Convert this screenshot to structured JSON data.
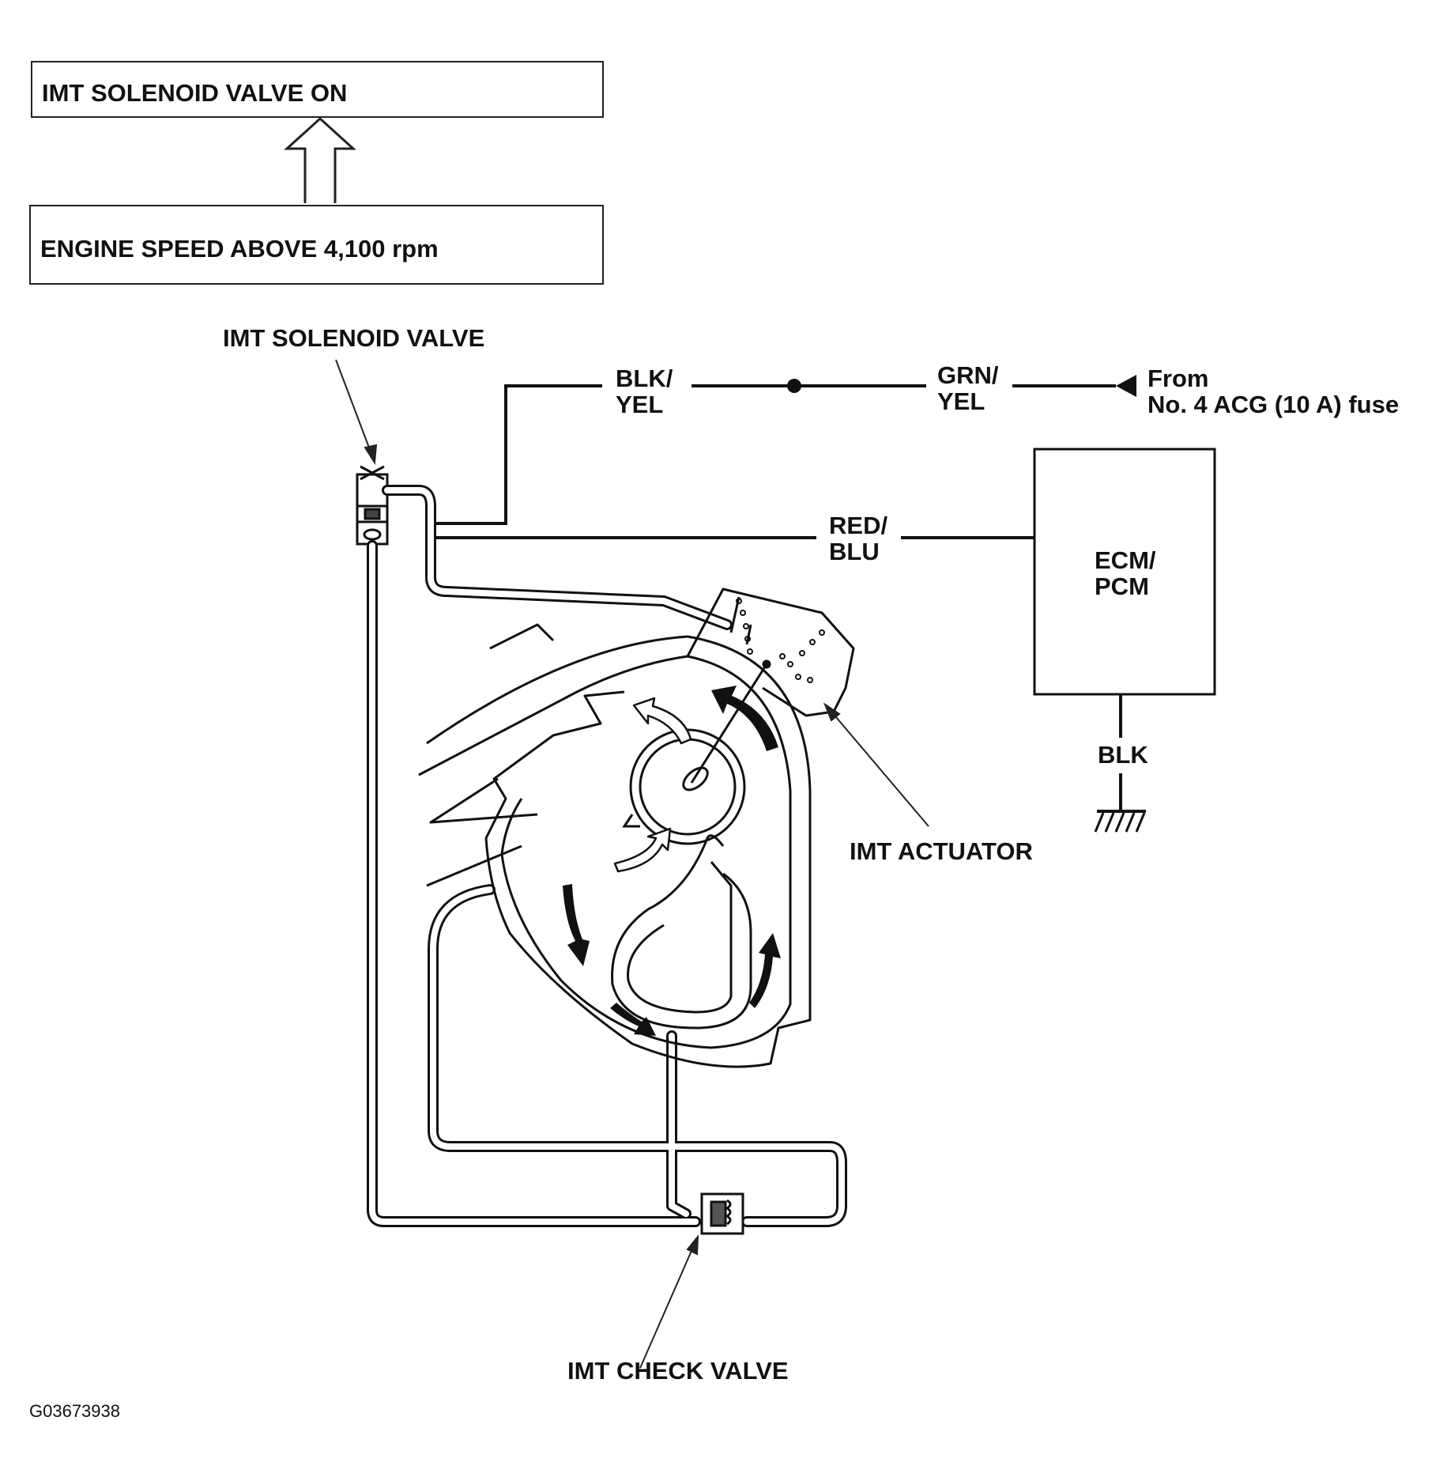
{
  "flow": {
    "top_box": "IMT SOLENOID VALVE ON",
    "bottom_box": "ENGINE SPEED ABOVE 4,100 rpm"
  },
  "labels": {
    "solenoid_valve": "IMT SOLENOID VALVE",
    "wire_blk_yel_1": "BLK/",
    "wire_blk_yel_2": "YEL",
    "wire_grn_yel_1": "GRN/",
    "wire_grn_yel_2": "YEL",
    "from_1": "From",
    "from_2": "No. 4 ACG (10 A) fuse",
    "wire_red_blu_1": "RED/",
    "wire_red_blu_2": "BLU",
    "ecm_1": "ECM/",
    "ecm_2": "PCM",
    "ground_wire": "BLK",
    "actuator": "IMT ACTUATOR",
    "check_valve": "IMT CHECK VALVE"
  },
  "figure_code": "G03673938"
}
